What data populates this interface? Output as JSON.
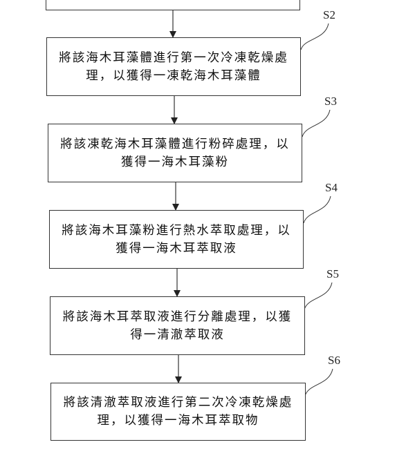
{
  "diagram": {
    "type": "flowchart",
    "steps": [
      {
        "id": "S1",
        "label": "",
        "text": ""
      },
      {
        "id": "S2",
        "label": "S2",
        "text": "將該海木耳藻體進行第一次冷凍乾燥處理，以獲得一凍乾海木耳藻體"
      },
      {
        "id": "S3",
        "label": "S3",
        "text": "將該凍乾海木耳藻體進行粉碎處理，以獲得一海木耳藻粉"
      },
      {
        "id": "S4",
        "label": "S4",
        "text": "將該海木耳藻粉進行熱水萃取處理，以獲得一海木耳萃取液"
      },
      {
        "id": "S5",
        "label": "S5",
        "text": "將該海木耳萃取液進行分離處理，以獲得一清澈萃取液"
      },
      {
        "id": "S6",
        "label": "S6",
        "text": "將該清澈萃取液進行第二次冷凍乾燥處理，以獲得一海木耳萃取物"
      }
    ],
    "line_color": "#333333"
  }
}
